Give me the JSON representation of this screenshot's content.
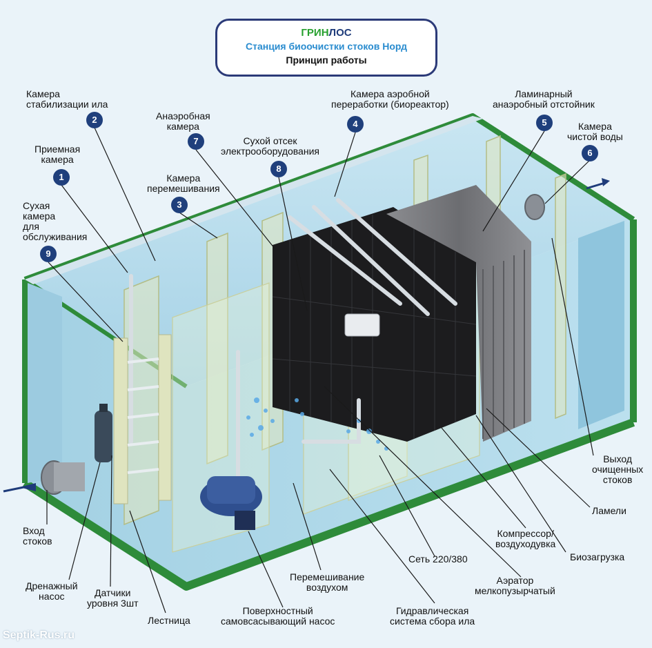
{
  "header": {
    "brand_part1": "ГРИН",
    "brand_part2": "ЛОС",
    "subtitle": "Станция биоочистки стоков Норд",
    "caption": "Принцип работы"
  },
  "numbered_labels": [
    {
      "number": "1",
      "text": "Приемная\nкамера"
    },
    {
      "number": "2",
      "text": "Камера\nстабилизации ила"
    },
    {
      "number": "3",
      "text": "Камера\nперемешивания"
    },
    {
      "number": "4",
      "text": "Камера аэробной\nпереработки (биореактор)"
    },
    {
      "number": "5",
      "text": "Ламинарный\nанаэробный отстойник"
    },
    {
      "number": "6",
      "text": "Камера\nчистой воды"
    },
    {
      "number": "7",
      "text": "Анаэробная\nкамера"
    },
    {
      "number": "8",
      "text": "Сухой отсек\nэлектрооборудования"
    },
    {
      "number": "9",
      "text": "Сухая\nкамера\nдля\nобслуживания"
    }
  ],
  "callouts": {
    "outlet": "Выход\nочищенных\nстоков",
    "lamellae": "Ламели",
    "compressor": "Компрессор/\nвоздуходувка",
    "bioload": "Биозагрузка",
    "power": "Сеть 220/380",
    "aerator": "Аэратор\nмелкопузырчатый",
    "air_mixing": "Перемешивание\nвоздухом",
    "sludge_system": "Гидравлическая\nсистема сбора ила",
    "surface_pump": "Поверхностный\nсамовсасывающий насос",
    "ladder": "Лестница",
    "level_sensors": "Датчики\nуровня 3шт",
    "drain_pump": "Дренажный\nнасос",
    "inlet": "Вход\nстоков"
  },
  "watermark": "Septik-Rus.ru",
  "colors": {
    "frame_green": "#2e8b3a",
    "water_blue": "#bfe0ee",
    "partition": "#d8e3b5",
    "number_badge": "#1f3f7c",
    "bioload_black": "#1c1c1e",
    "lamella_gray": "#77787c"
  }
}
